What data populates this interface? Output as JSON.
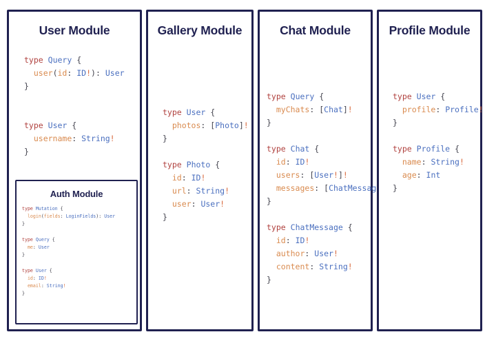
{
  "diagram": {
    "kind": "graphql-schema-modules",
    "background": "#ffffff",
    "border_color": "#1f2050",
    "title_color": "#1f2050",
    "syntax_colors": {
      "keyword": "#b0413e",
      "type_name": "#4a6fbf",
      "field_name": "#d98a4e",
      "non_null": "#d96a3e",
      "punctuation": "#44444f"
    }
  },
  "panels": {
    "user": {
      "title": "User Module",
      "code": "type Query {\n  user(id: ID!): User\n}\n\n\ntype User {\n  username: String!\n}"
    },
    "auth": {
      "title": "Auth Module",
      "code": "type Mutation {\n  login(fields: LoginFields): User\n}\n\ntype Query {\n  me: User\n}\n\ntype User {\n  id: ID!\n  email: String!\n}"
    },
    "gallery": {
      "title": "Gallery Module",
      "code": "type User {\n  photos: [Photo]!\n}\n\ntype Photo {\n  id: ID!\n  url: String!\n  user: User!\n}"
    },
    "chat": {
      "title": "Chat Module",
      "code": "type Query {\n  myChats: [Chat]!\n}\n\ntype Chat {\n  id: ID!\n  users: [User!]!\n  messages: [ChatMessage]!\n}\n\ntype ChatMessage {\n  id: ID!\n  author: User!\n  content: String!\n}"
    },
    "profile": {
      "title": "Profile Module",
      "code": "type User {\n  profile: Profile!\n}\n\ntype Profile {\n  name: String!\n  age: Int\n}"
    }
  }
}
